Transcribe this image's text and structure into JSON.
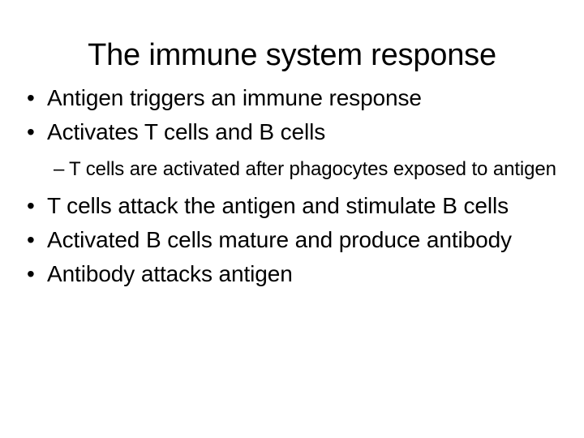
{
  "slide": {
    "title": "The immune system response",
    "background_color": "#ffffff",
    "text_color": "#000000",
    "bullets": [
      {
        "level": 1,
        "marker": "•",
        "marker_name": "bullet-dot",
        "text": "Antigen triggers an immune response"
      },
      {
        "level": 1,
        "marker": "•",
        "marker_name": "bullet-dot",
        "text": "Activates T cells and B cells"
      },
      {
        "level": 2,
        "marker": "–",
        "marker_name": "bullet-dash",
        "text": "T cells are activated after phagocytes exposed to antigen"
      },
      {
        "level": 1,
        "marker": "•",
        "marker_name": "bullet-dot",
        "text": "T cells attack the antigen and stimulate B cells"
      },
      {
        "level": 1,
        "marker": "•",
        "marker_name": "bullet-dot",
        "text": "Activated B cells mature and produce antibody"
      },
      {
        "level": 1,
        "marker": "•",
        "marker_name": "bullet-dot",
        "text": "Antibody attacks antigen"
      }
    ]
  }
}
